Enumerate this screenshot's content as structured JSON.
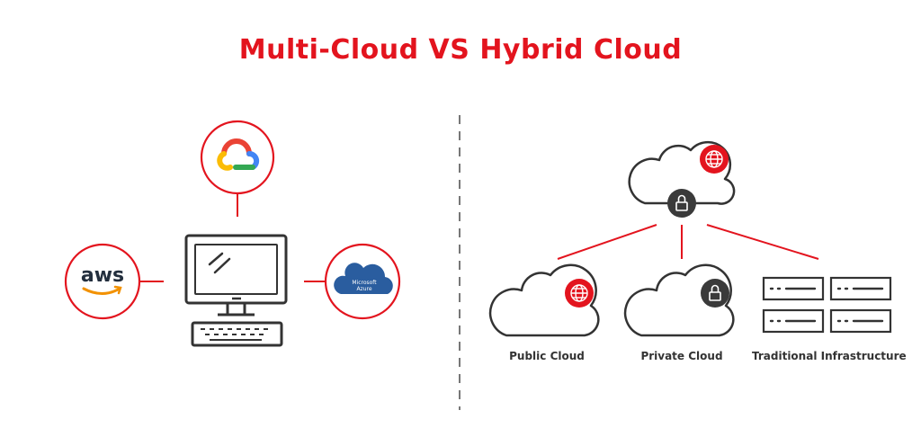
{
  "title": "Multi-Cloud VS Hybrid Cloud",
  "colors": {
    "accent": "#e3141e",
    "outline": "#333333",
    "dark_badge": "#3a3a3a",
    "divider": "#777777",
    "azure_blue": "#2a5d9f",
    "aws_orange": "#f29100",
    "google_blue": "#4285f4",
    "google_red": "#ea4335",
    "google_yellow": "#fbbc05",
    "google_green": "#34a853"
  },
  "multi_cloud": {
    "providers": [
      {
        "name": "google-cloud",
        "icon": "google-cloud-icon"
      },
      {
        "name": "aws",
        "icon": "aws-logo",
        "text": "aws"
      },
      {
        "name": "microsoft-azure",
        "icon": "azure-cloud-icon",
        "text_line1": "Microsoft",
        "text_line2": "Azure"
      }
    ],
    "center_icon": "desktop-computer-icon"
  },
  "hybrid_cloud": {
    "top_icons": [
      "cloud-icon",
      "globe-icon",
      "lock-icon"
    ],
    "nodes": [
      {
        "label": "Public Cloud",
        "icon": "cloud-icon",
        "badge": "globe-icon"
      },
      {
        "label": "Private Cloud",
        "icon": "cloud-icon",
        "badge": "lock-icon"
      },
      {
        "label": "Traditional Infrastructure",
        "icon": "server-rack-icon"
      }
    ]
  }
}
